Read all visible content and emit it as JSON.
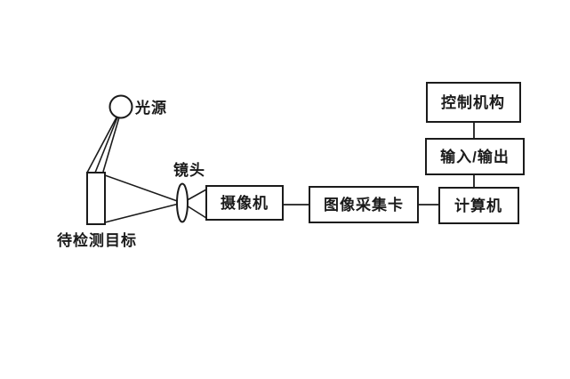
{
  "diagram": {
    "labels": {
      "light_source": "光源",
      "lens": "镜头",
      "target": "待检测目标"
    },
    "boxes": {
      "camera": "摄像机",
      "frame_grabber": "图像采集卡",
      "computer": "计算机",
      "io": "输入/输出",
      "controller": "控制机构"
    },
    "colors": {
      "line": "#1b1b1b",
      "background": "#ffffff"
    }
  }
}
